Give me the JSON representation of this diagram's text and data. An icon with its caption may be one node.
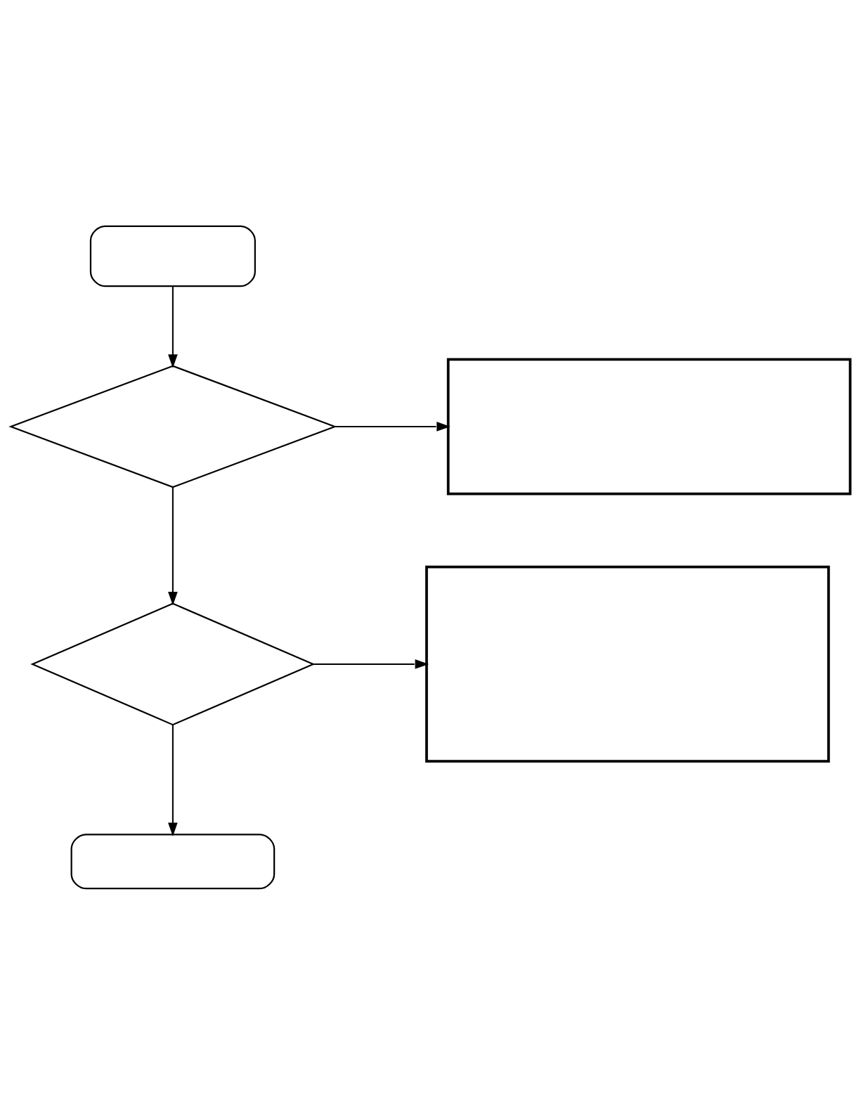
{
  "diagram": {
    "nodes": [
      {
        "text": [],
        "shape": "box"
      },
      {
        "text": [],
        "shape": "diamond"
      },
      {
        "text": [],
        "shape": "box"
      },
      {
        "text": [],
        "shape": "diamond"
      },
      {
        "text": [],
        "shape": "box"
      },
      {
        "text": [],
        "shape": "box"
      }
    ],
    "edges": [
      {
        "from": 0,
        "to": 1,
        "arrow": "to"
      },
      {
        "from": 1,
        "to": 2,
        "arrow": "to"
      },
      {
        "from": 1,
        "to": 3,
        "arrow": "to"
      },
      {
        "from": 3,
        "to": 4,
        "arrow": "to"
      },
      {
        "from": 3,
        "to": 5,
        "arrow": "to"
      }
    ]
  }
}
